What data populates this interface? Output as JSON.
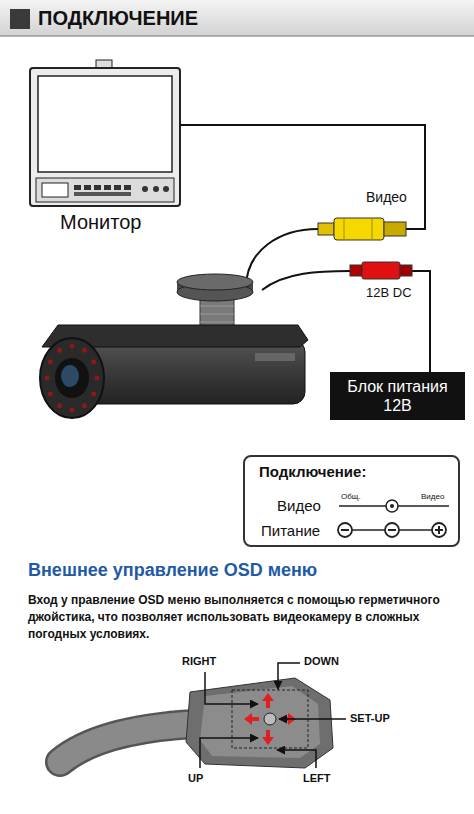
{
  "diagram": {
    "title": "ПОДКЛЮЧЕНИЕ",
    "nodes": [
      {
        "text": [
          "Блок питания 12В"
        ]
      },
      {
        "text": [
          "Подключение:",
          "Видео",
          "Общ.",
          "Видео",
          "Питание"
        ]
      }
    ],
    "labels": [
      "Монитор",
      "Видео",
      "12В DC",
      "Внешнее управление OSD меню",
      "Вход у правление OSD меню выполняется с помощью герметичного джойстика, что позволяет использовать видеокамеру в сложных погодных условиях.",
      "RIGHT",
      "DOWN",
      "SET-UP",
      "UP",
      "LEFT"
    ]
  }
}
